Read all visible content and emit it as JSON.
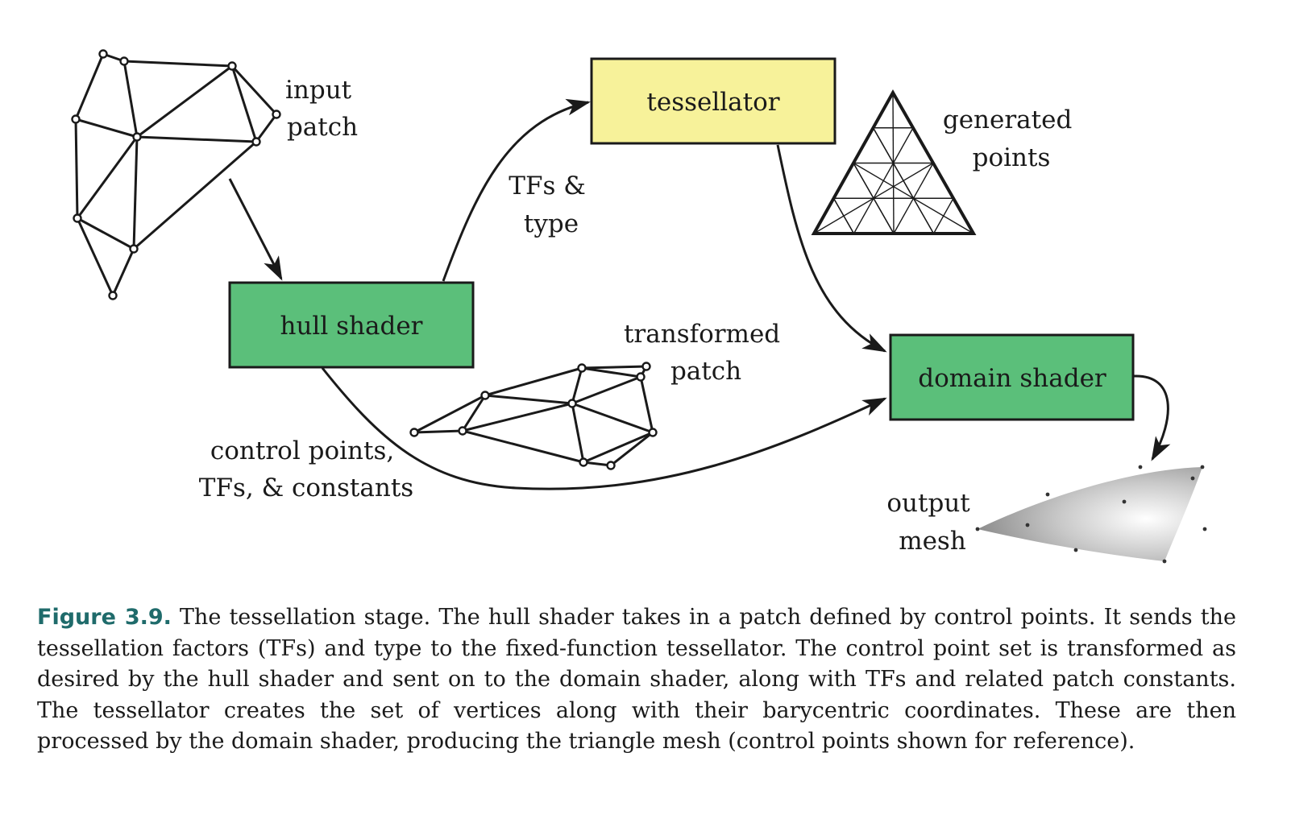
{
  "diagram": {
    "boxes": {
      "tessellator": {
        "label": "tessellator",
        "fill": "#f7f29a"
      },
      "hull_shader": {
        "label": "hull shader",
        "fill": "#5bbf7a"
      },
      "domain_shader": {
        "label": "domain shader",
        "fill": "#5bbf7a"
      }
    },
    "labels": {
      "input_patch": [
        "input",
        "patch"
      ],
      "tfs_type": [
        "TFs &",
        "type"
      ],
      "generated_points": [
        "generated",
        "points"
      ],
      "transformed_patch": [
        "transformed",
        "patch"
      ],
      "control_points": [
        "control points,",
        "TFs, & constants"
      ],
      "output_mesh": [
        "output",
        "mesh"
      ]
    }
  },
  "caption": {
    "label": "Figure 3.9.",
    "text": "The tessellation stage. The hull shader takes in a patch defined by control points. It sends the tessellation factors (TFs) and type to the fixed-function tessellator. The control point set is transformed as desired by the hull shader and sent on to the domain shader, along with TFs and related patch constants. The tessellator creates the set of vertices along with their barycentric coordinates. These are then processed by the domain shader, producing the triangle mesh (control points shown for reference)."
  }
}
